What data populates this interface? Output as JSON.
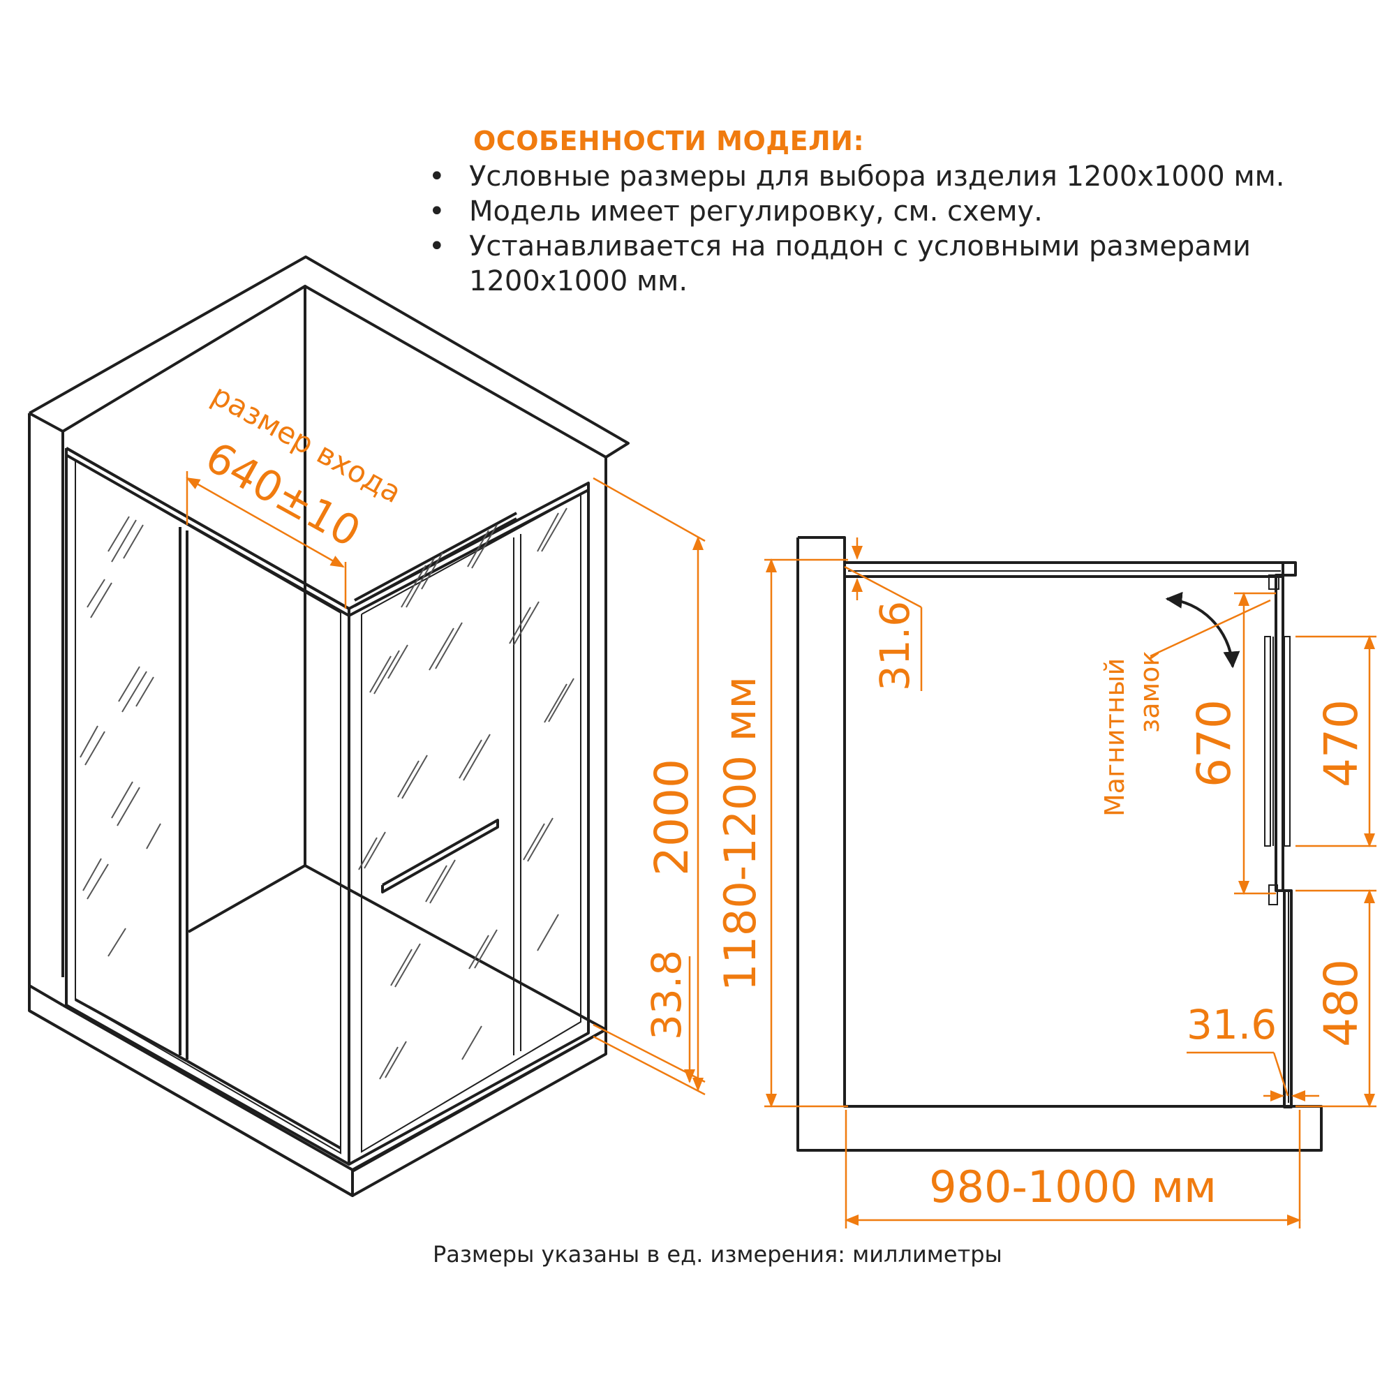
{
  "features": {
    "title": "ОСОБЕННОСТИ МОДЕЛИ:",
    "items": [
      "Условные размеры для выбора изделия 1200x1000 мм.",
      "Модель имеет регулировку, см. схему.",
      "Устанавливается на поддон с условными размерами 1200x1000 мм."
    ]
  },
  "iso_view": {
    "entrance_label": "размер входа",
    "entrance_value": "640±10",
    "height_value": "2000",
    "bottom_gap_value": "33.8"
  },
  "plan_view": {
    "width_range": "1180-1200 мм",
    "depth_range": "980-1000 мм",
    "top_gap_value": "31.6",
    "bottom_gap_value": "31.6",
    "door_dim_670": "670",
    "door_dim_470": "470",
    "door_dim_480": "480",
    "lock_label_line1": "Магнитный",
    "lock_label_line2": "замок"
  },
  "footnote": "Размеры указаны в ед. измерения: миллиметры",
  "colors": {
    "accent": "#f07b0f",
    "line": "#1e1e1e",
    "text": "#222222"
  }
}
